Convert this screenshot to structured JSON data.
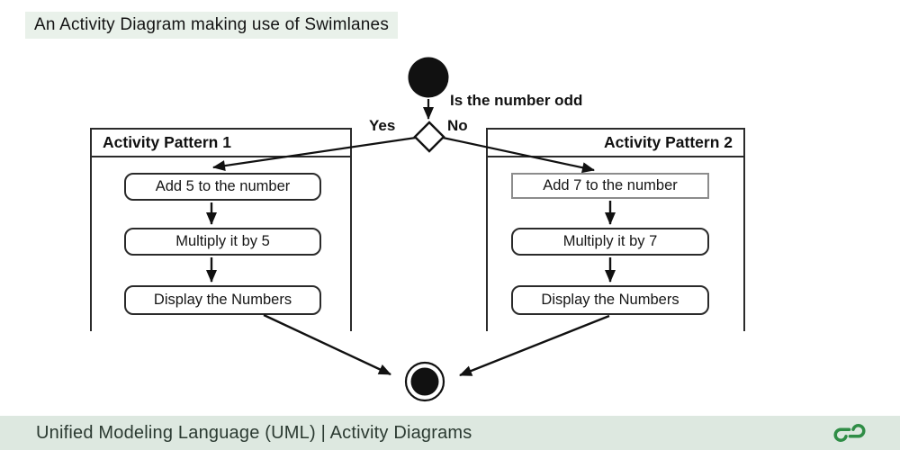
{
  "title": {
    "text": "An Activity Diagram making use of Swimlanes"
  },
  "diagram": {
    "start_node_icon": "filled-circle-start-node",
    "decision_question": "Is the number odd",
    "branch_yes": "Yes",
    "branch_no": "No",
    "lanes": [
      {
        "title": "Activity Pattern 1",
        "steps": [
          "Add 5 to the number",
          "Multiply it by 5",
          "Display the Numbers"
        ]
      },
      {
        "title": "Activity Pattern 2",
        "steps": [
          "Add 7 to the number",
          "Multiply it by 7",
          "Display the Numbers"
        ]
      }
    ],
    "end_node_icon": "ringed-circle-end-node"
  },
  "footer": {
    "caption": "Unified Modeling Language (UML) | Activity Diagrams",
    "logo_icon": "geeksforgeeks-logo"
  },
  "colors": {
    "title_highlight_bg": "#e9f1ea",
    "footer_bg": "#dde8e0",
    "footer_text": "#2b3a31",
    "logo_green": "#2f8d46",
    "diagram_stroke": "#111111",
    "gray_box_border": "#8c8c8c"
  }
}
